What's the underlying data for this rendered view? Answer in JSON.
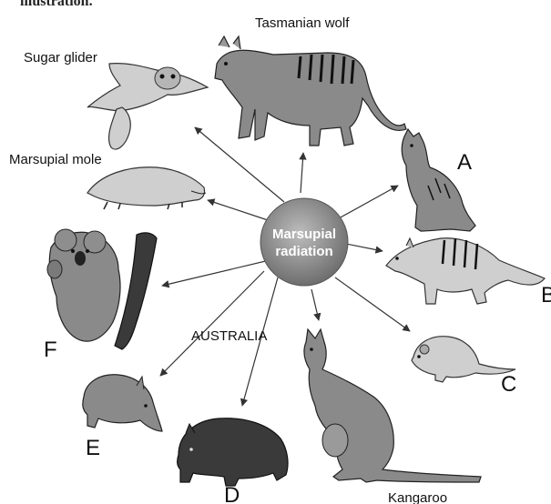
{
  "header_fragment": "illustration.",
  "center": {
    "line1": "Marsupial",
    "line2": "radiation"
  },
  "labels": {
    "tasmanian_wolf": "Tasmanian wolf",
    "sugar_glider": "Sugar glider",
    "marsupial_mole": "Marsupial mole",
    "kangaroo": "Kangaroo",
    "australia": "AUSTRALIA",
    "A": "A",
    "B": "B",
    "C": "C",
    "D": "D",
    "E": "E",
    "F": "F"
  }
}
